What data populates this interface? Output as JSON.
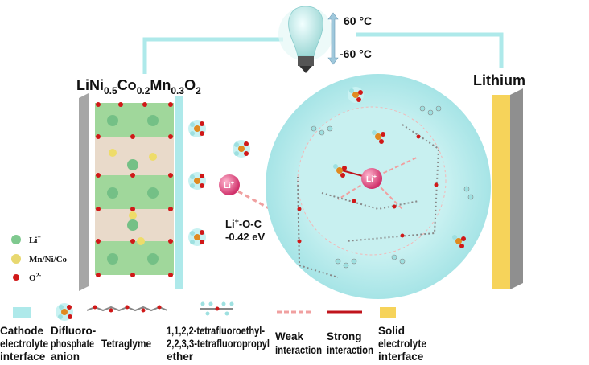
{
  "title": {
    "cathode_formula": {
      "p1": "LiNi",
      "s1": "0.5",
      "p2": "Co",
      "s2": "0.2",
      "p3": "Mn",
      "s3": "0.3",
      "p4": "O",
      "s4": "2"
    },
    "anode": "Lithium"
  },
  "temperature": {
    "high": "60 °C",
    "low": "-60 °C"
  },
  "atom_legend": [
    {
      "label": "Li",
      "sup": "+",
      "color": "#7fc98f"
    },
    {
      "label": "Mn/Ni/Co",
      "sup": "",
      "color": "#e8d870"
    },
    {
      "label": "O",
      "sup": "2-",
      "color": "#d01818"
    }
  ],
  "lithium_ion_label": {
    "base": "Li",
    "sup": "+"
  },
  "interaction": {
    "line1_base": "Li",
    "line1_sup": "+",
    "line1_rest": "-O-C",
    "energy": "-0.42 eV"
  },
  "legend": [
    {
      "lines": [
        "Cathode",
        "electrolyte",
        "interface"
      ]
    },
    {
      "lines": [
        "Difluoro-",
        "phosphate",
        "anion"
      ]
    },
    {
      "lines": [
        "Tetraglyme"
      ]
    },
    {
      "lines": [
        "1,1,2,2-tetrafluoroethyl-",
        "2,2,3,3-tetrafluoropropyl",
        "ether"
      ]
    },
    {
      "lines": [
        "Weak",
        "interaction"
      ]
    },
    {
      "lines": [
        "Strong",
        "interaction"
      ]
    },
    {
      "lines": [
        "Solid",
        "electrolyte",
        "interface"
      ]
    }
  ],
  "colors": {
    "cei": "#aee9ea",
    "sei": "#f6d35a",
    "weak": "#f0a0a0",
    "strong": "#c0141c",
    "li": "#e05a8a",
    "solvation": "#c8f2f2"
  }
}
